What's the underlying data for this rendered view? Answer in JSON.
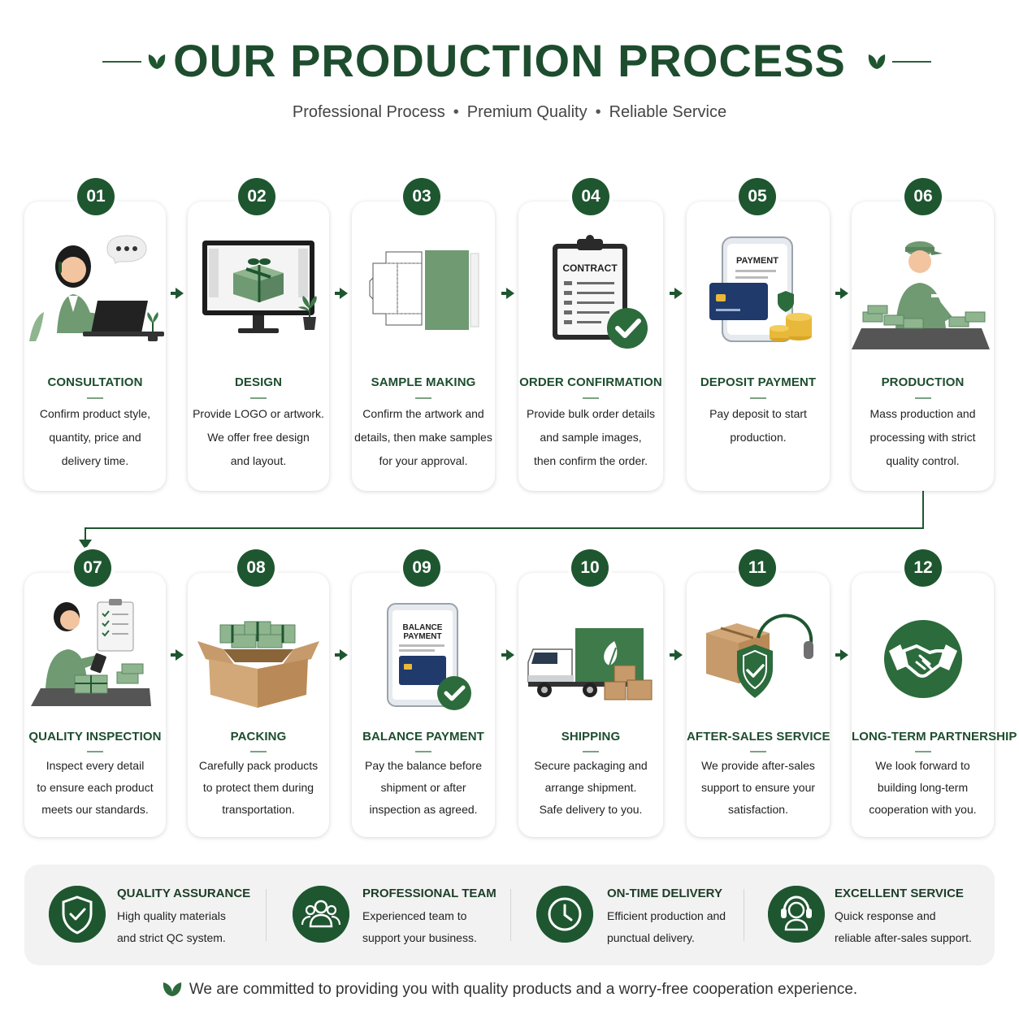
{
  "header": {
    "title": "OUR PRODUCTION PROCESS",
    "subtitle_parts": [
      "Professional Process",
      "Premium Quality",
      "Reliable Service"
    ],
    "subtitle_sep": "•"
  },
  "steps": [
    {
      "num": "01",
      "title": "CONSULTATION",
      "desc": [
        "Confirm product style,",
        "quantity, price and",
        "delivery time."
      ],
      "illustration": "agent-laptop-chat"
    },
    {
      "num": "02",
      "title": "DESIGN",
      "desc": [
        "Provide LOGO or artwork.",
        "We offer free design",
        "and layout."
      ],
      "illustration": "monitor-gift-box"
    },
    {
      "num": "03",
      "title": "SAMPLE MAKING",
      "desc": [
        "Confirm the artwork and",
        "details, then make samples",
        "for your approval."
      ],
      "illustration": "box-dieline"
    },
    {
      "num": "04",
      "title": "ORDER CONFIRMATION",
      "desc": [
        "Provide bulk order details",
        "and sample images,",
        "then confirm the order."
      ],
      "illustration": "contract-clipboard",
      "inline_text": "CONTRACT"
    },
    {
      "num": "05",
      "title": "DEPOSIT PAYMENT",
      "desc": [
        "Pay deposit to start",
        "production."
      ],
      "illustration": "payment-phone-card",
      "inline_text": "PAYMENT"
    },
    {
      "num": "06",
      "title": "PRODUCTION",
      "desc": [
        "Mass production and",
        "processing with strict",
        "quality control."
      ],
      "illustration": "worker-production"
    },
    {
      "num": "07",
      "title": "QUALITY INSPECTION",
      "desc": [
        "Inspect every detail",
        "to ensure each product",
        "meets our standards."
      ],
      "illustration": "inspector-checklist"
    },
    {
      "num": "08",
      "title": "PACKING",
      "desc": [
        "Carefully pack products",
        "to protect them during",
        "transportation."
      ],
      "illustration": "open-carton-box"
    },
    {
      "num": "09",
      "title": "BALANCE PAYMENT",
      "desc": [
        "Pay the balance before",
        "shipment or after",
        "inspection as agreed."
      ],
      "illustration": "balance-payment-tablet",
      "inline_text": "BALANCE PAYMENT"
    },
    {
      "num": "10",
      "title": "SHIPPING",
      "desc": [
        "Secure packaging and",
        "arrange shipment.",
        "Safe delivery to you."
      ],
      "illustration": "delivery-truck"
    },
    {
      "num": "11",
      "title": "AFTER-SALES SERVICE",
      "desc": [
        "We provide after-sales",
        "support to ensure your",
        "satisfaction."
      ],
      "illustration": "box-shield-headset"
    },
    {
      "num": "12",
      "title": "LONG-TERM PARTNERSHIP",
      "desc": [
        "We look forward to",
        "building long-term",
        "cooperation with you."
      ],
      "illustration": "handshake"
    }
  ],
  "features": [
    {
      "title": "QUALITY ASSURANCE",
      "desc": [
        "High quality materials",
        "and strict QC system."
      ],
      "icon": "shield-check-icon"
    },
    {
      "title": "PROFESSIONAL TEAM",
      "desc": [
        "Experienced team to",
        "support your business."
      ],
      "icon": "team-icon"
    },
    {
      "title": "ON-TIME DELIVERY",
      "desc": [
        "Efficient production and",
        "punctual delivery."
      ],
      "icon": "clock-icon"
    },
    {
      "title": "EXCELLENT SERVICE",
      "desc": [
        "Quick response and",
        "reliable after-sales support."
      ],
      "icon": "headset-icon"
    }
  ],
  "footer": {
    "text": "We are committed to providing you with quality products and a worry-free cooperation experience."
  },
  "colors": {
    "primary": "#1e5630",
    "title": "#1d4d2e",
    "accent": "#6f9a72",
    "panel": "#f1f2f1"
  }
}
